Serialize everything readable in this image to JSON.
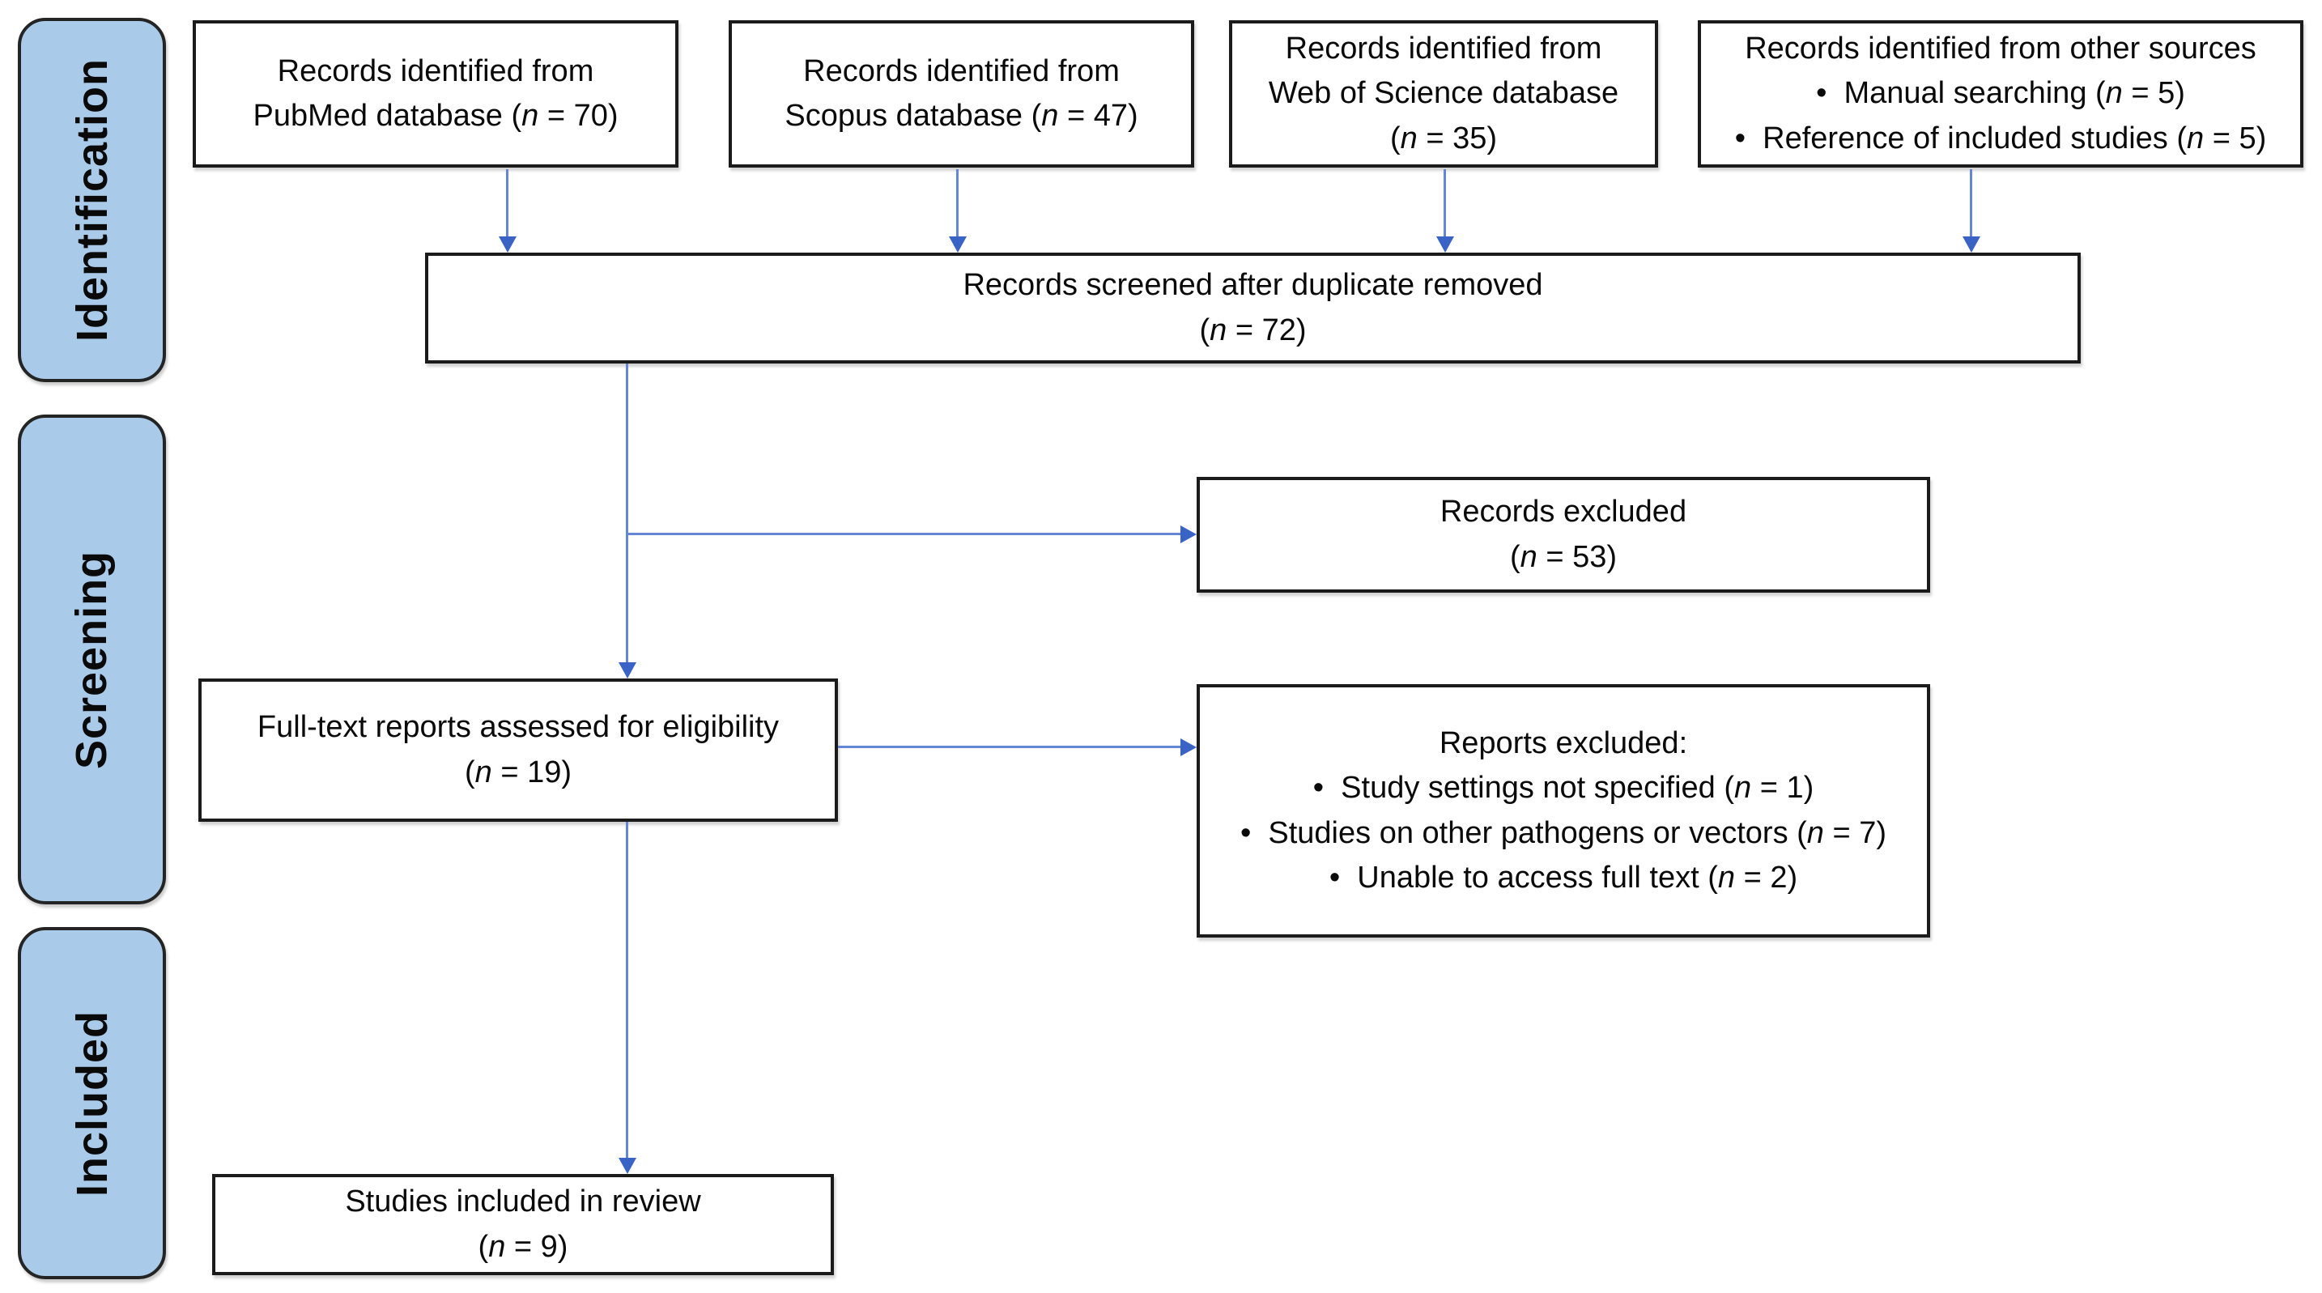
{
  "diagram": {
    "stages": [
      {
        "label": "Identification"
      },
      {
        "label": "Screening"
      },
      {
        "label": "Included"
      }
    ],
    "boxes": {
      "pubmed": {
        "lines": [
          "Records identified from",
          "PubMed database (n = 70)"
        ]
      },
      "scopus": {
        "lines": [
          "Records identified from",
          "Scopus database (n = 47)"
        ]
      },
      "wos": {
        "lines": [
          "Records identified from",
          "Web of Science database",
          "(n = 35)"
        ]
      },
      "other": {
        "title": "Records identified from other sources",
        "bullets": [
          "•  Manual searching (n = 5)",
          "•  Reference of included studies (n = 5)"
        ]
      },
      "screened": {
        "lines": [
          "Records screened after duplicate removed",
          "(n = 72)"
        ]
      },
      "records_excluded": {
        "lines": [
          "Records excluded",
          "(n = 53)"
        ]
      },
      "fulltext": {
        "lines": [
          "Full-text reports assessed for eligibility",
          "(n = 19)"
        ]
      },
      "reports_excluded": {
        "title": "Reports excluded:",
        "bullets": [
          "•  Study settings not specified (n = 1)",
          "•  Studies on other pathogens or vectors (n = 7)",
          "•  Unable to access full text (n = 2)"
        ]
      },
      "included": {
        "lines": [
          "Studies included in review",
          "(n = 9)"
        ]
      }
    },
    "colors": {
      "background": "#ffffff",
      "stage_fill": "#a9cbe9",
      "stage_border": "#242424",
      "box_border": "#1b1b1b",
      "arrow_line": "#6585d6",
      "arrow_head": "#3a63c6",
      "text": "#0a0a0a"
    }
  }
}
